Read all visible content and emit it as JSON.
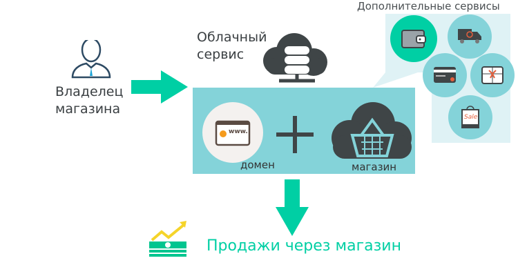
{
  "owner": {
    "label_line1": "Владелец",
    "label_line2": "магазина"
  },
  "cloud_service": {
    "label_line1": "Облачный",
    "label_line2": "сервис"
  },
  "panel": {
    "domain_label": "домен",
    "store_label": "магазин",
    "domain_icon_text": "www."
  },
  "extra_services": {
    "title": "Дополнительные сервисы",
    "sale_text": "Sale"
  },
  "result": {
    "label": "Продажи через магазин"
  },
  "colors": {
    "accent": "#00cfa4",
    "panel": "#84d3d9",
    "callout": "#dff2f5",
    "dark": "#3f4547"
  }
}
